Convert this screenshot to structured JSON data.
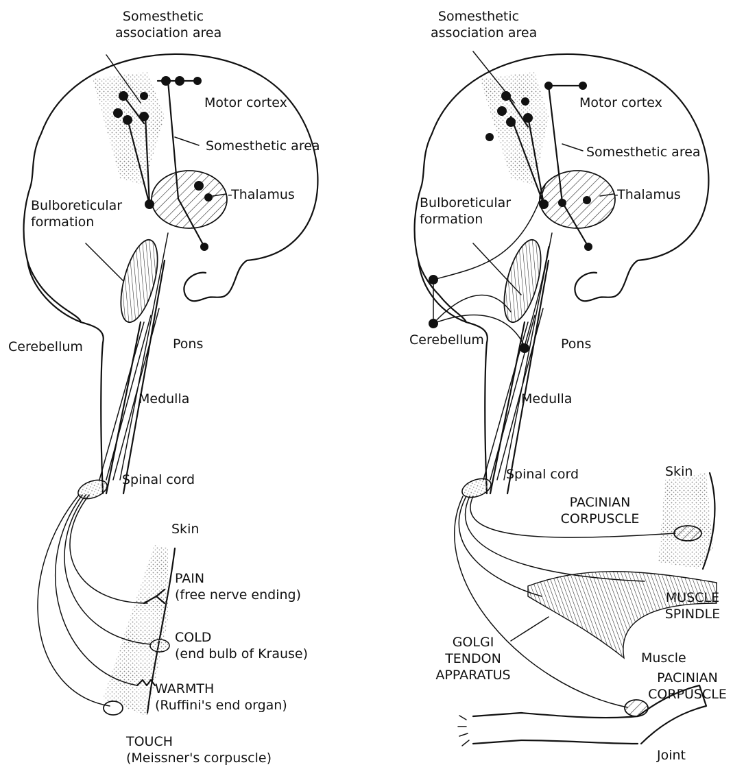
{
  "left_panel": {
    "somesthetic_association_area": "Somesthetic\nassociation area",
    "motor_cortex": "Motor cortex",
    "somesthetic_area": "Somesthetic area",
    "thalamus": "-Thalamus",
    "bulboreticular_formation": "Bulboreticular\nformation",
    "cerebellum": "Cerebellum",
    "pons": "Pons",
    "medulla": "Medulla",
    "spinal_cord": "Spinal cord",
    "skin": "Skin",
    "pain": "PAIN\n(free nerve ending)",
    "cold": "COLD\n(end bulb of Krause)",
    "warmth": "WARMTH\n(Ruffini's end organ)",
    "touch": "TOUCH\n(Meissner's corpuscle)"
  },
  "right_panel": {
    "somesthetic_association_area": "Somesthetic\nassociation area",
    "motor_cortex": "Motor cortex",
    "somesthetic_area": "Somesthetic area",
    "thalamus": "-Thalamus",
    "bulboreticular_formation": "Bulboreticular\nformation",
    "cerebellum": "Cerebellum",
    "pons": "Pons",
    "medulla": "Medulla",
    "spinal_cord": "Spinal cord",
    "skin": "Skin",
    "pacinian_corpuscle_skin": "PACINIAN\nCORPUSCLE",
    "muscle_spindle": "MUSCLE\nSPINDLE",
    "muscle": "Muscle",
    "golgi_tendon_apparatus": "GOLGI\nTENDON\nAPPARATUS",
    "pacinian_corpuscle_joint": "PACINIAN\nCORPUSCLE",
    "joint": "Joint"
  },
  "colors": {
    "ink": "#111111",
    "background": "#ffffff",
    "stipple": "#9a9a9a"
  }
}
